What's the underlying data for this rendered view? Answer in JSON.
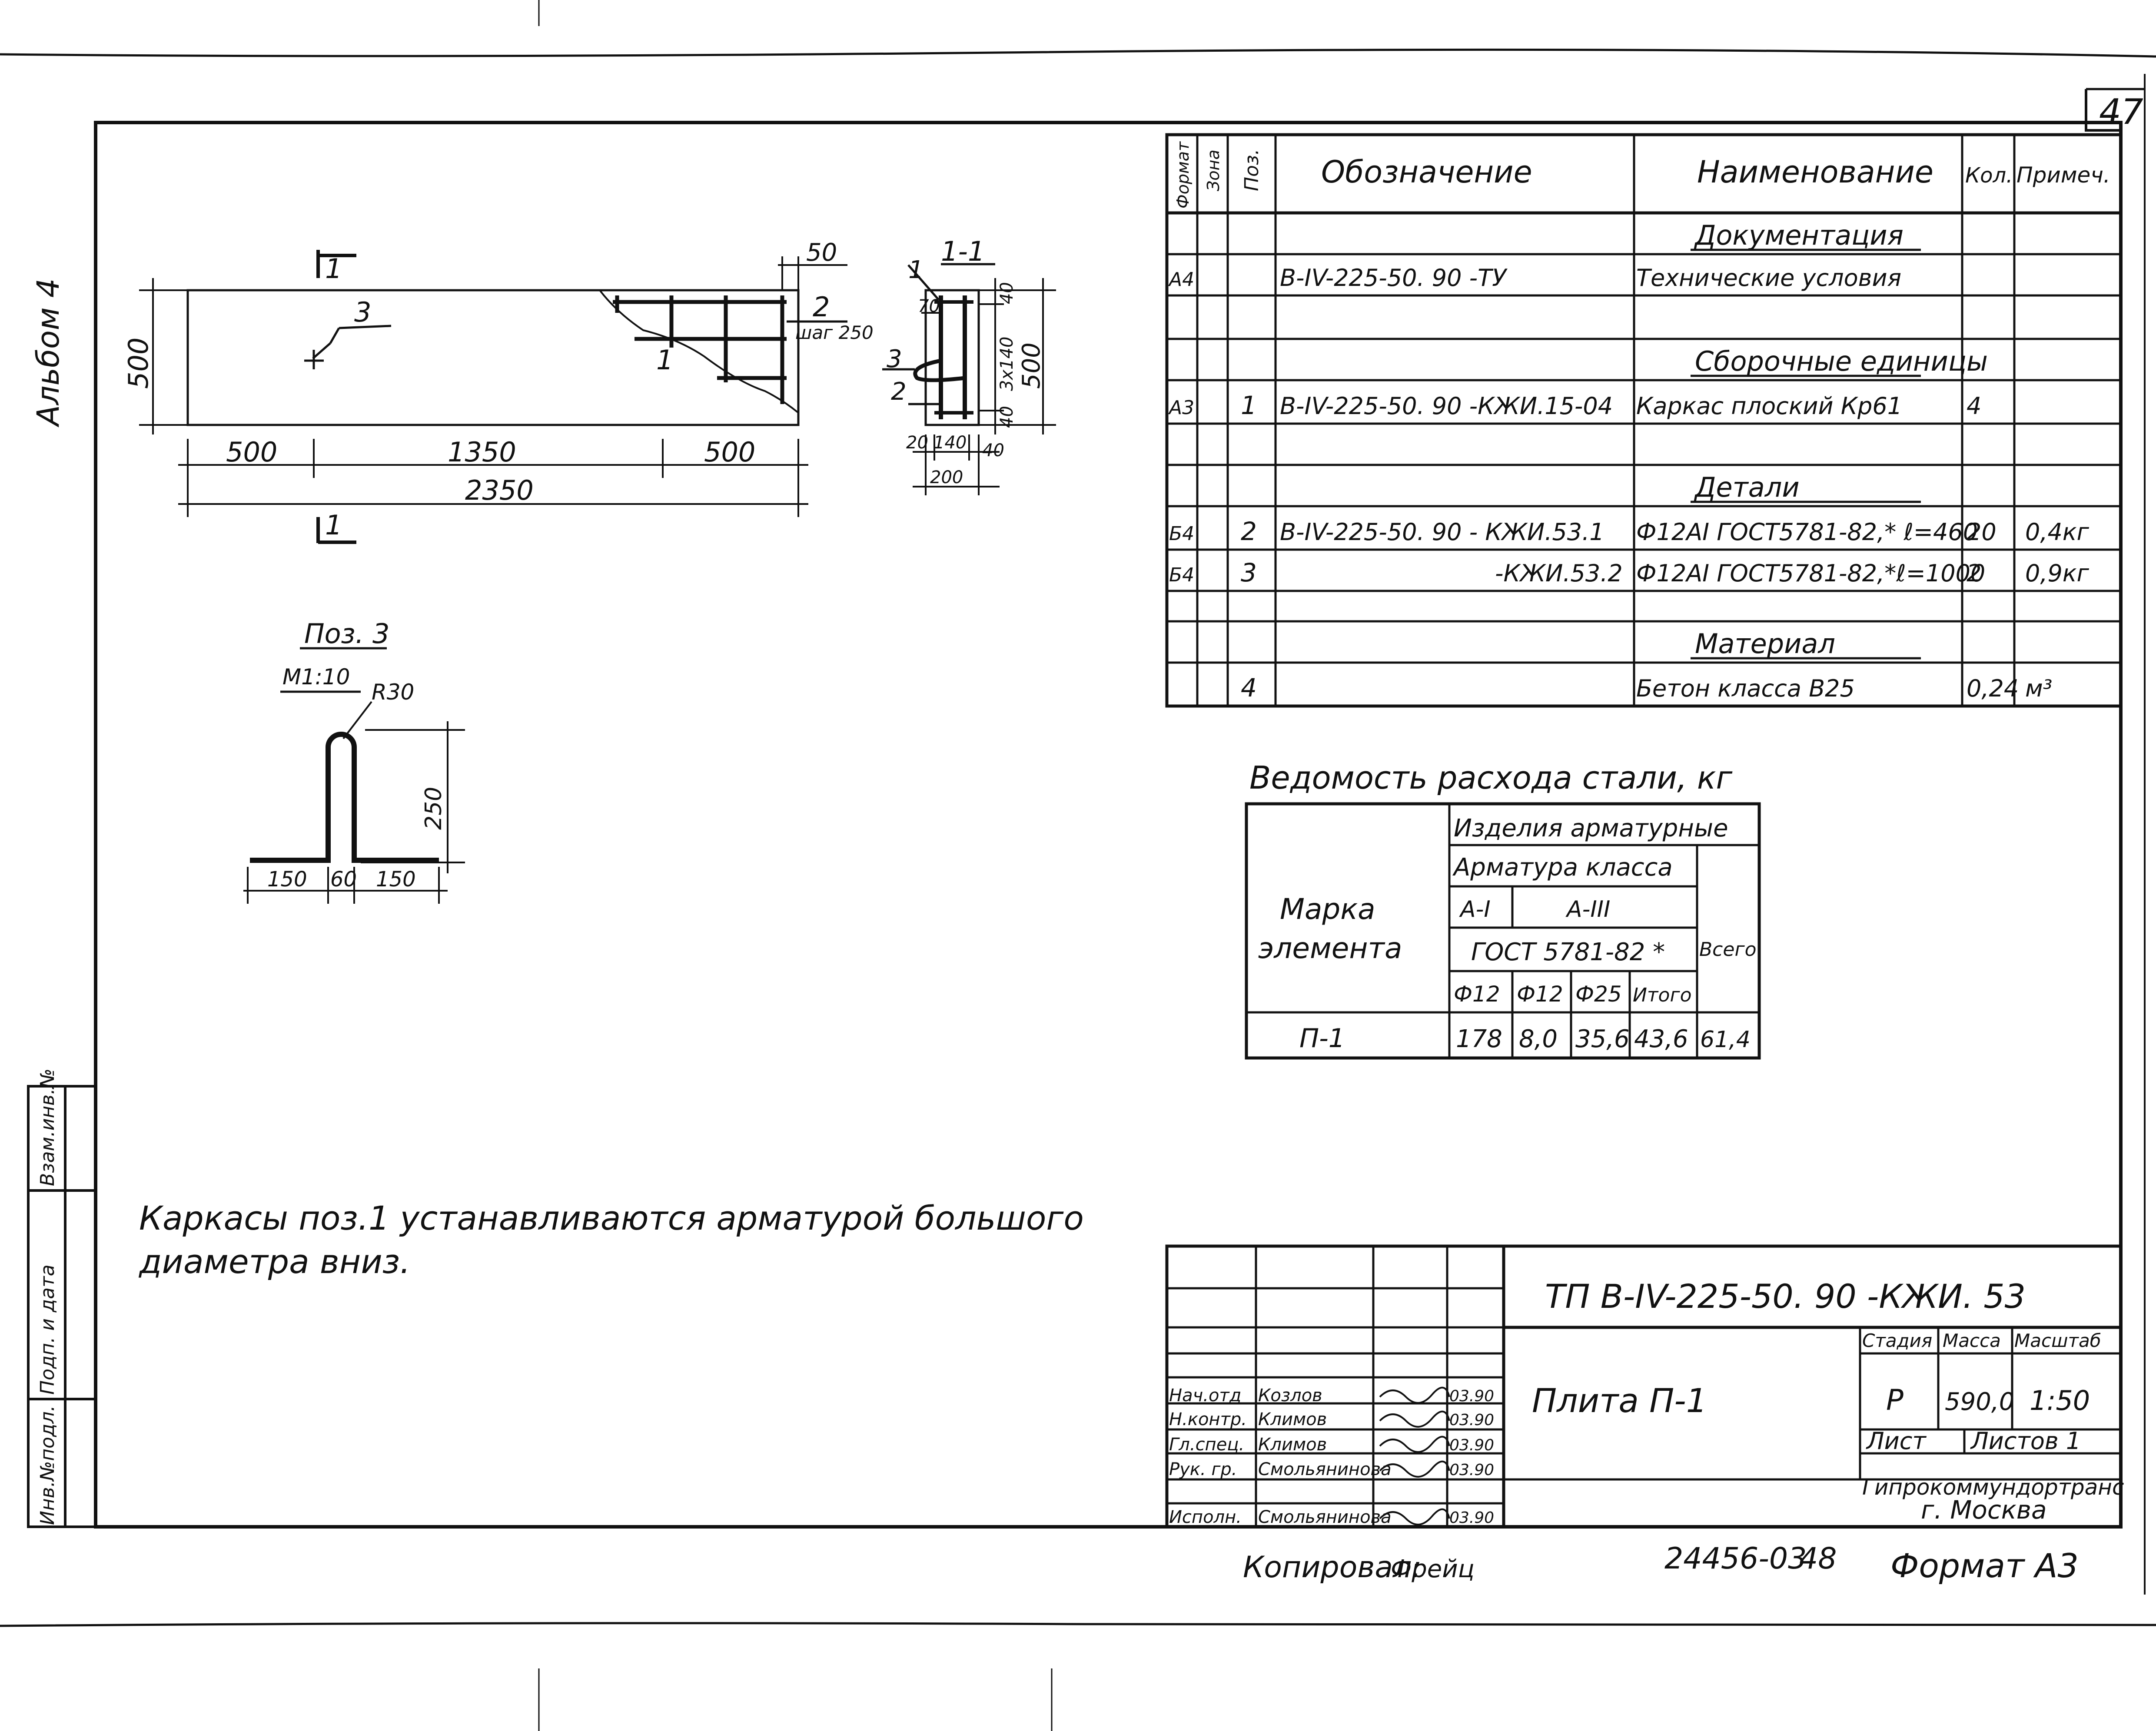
{
  "sheet": {
    "page_number": "47",
    "album": "Альбом 4",
    "copied_label": "Копировал:",
    "copied_signature": "Фрейц",
    "archive_number": "24456-03",
    "archive_sheet": "48",
    "format": "Формат А3"
  },
  "left_stamp": {
    "cols": [
      "Инв.№подл.",
      "Подп. и дата",
      "Взам.инв.№"
    ]
  },
  "drawing": {
    "section_mark": "1",
    "pos3_leader": "3",
    "pos1_leader": "1",
    "pos2_leader": "2",
    "step_label": "шаг 250",
    "dim_500_height": "500",
    "dim_500_left": "500",
    "dim_1350": "1350",
    "dim_500_right": "500",
    "dim_2350": "2350",
    "dim_50": "50",
    "section_title": "1-1",
    "sec_dim_70": "70",
    "sec_dim_40_top": "40",
    "sec_dim_3x140": "3x140",
    "sec_dim_40_bot": "40",
    "sec_dim_500": "500",
    "sec_dim_20": "20",
    "sec_dim_140": "140",
    "sec_dim_40_right": "40",
    "sec_dim_200": "200",
    "sec_pos1": "1",
    "sec_pos2": "2",
    "sec_pos3": "3"
  },
  "pos3": {
    "title": "Поз. 3",
    "scale": "М1:10",
    "radius": "R30",
    "dim_250": "250",
    "dim_150_left": "150",
    "dim_60": "60",
    "dim_150_right": "150"
  },
  "spec": {
    "headers": {
      "format": "Формат",
      "zone": "Зона",
      "pos": "Поз.",
      "designation": "Обозначение",
      "name": "Наименование",
      "qty": "Кол.",
      "note": "Примеч."
    },
    "rows": [
      {
        "fmt": "",
        "pos": "",
        "des": "",
        "name": "Документация",
        "qty": "",
        "note": "",
        "section": true
      },
      {
        "fmt": "А4",
        "pos": "",
        "des": "В-IV-225-50. 90   -ТУ",
        "name": "Технические условия",
        "qty": "",
        "note": ""
      },
      {
        "fmt": "",
        "pos": "",
        "des": "",
        "name": "",
        "qty": "",
        "note": ""
      },
      {
        "fmt": "",
        "pos": "",
        "des": "",
        "name": "Сборочные единицы",
        "qty": "",
        "note": "",
        "section": true
      },
      {
        "fmt": "А3",
        "pos": "1",
        "des": "В-IV-225-50. 90 -КЖИ.15-04",
        "name": "Каркас плоский Кр61",
        "qty": "4",
        "note": ""
      },
      {
        "fmt": "",
        "pos": "",
        "des": "",
        "name": "",
        "qty": "",
        "note": ""
      },
      {
        "fmt": "",
        "pos": "",
        "des": "",
        "name": "Детали",
        "qty": "",
        "note": "",
        "section": true
      },
      {
        "fmt": "Б4",
        "pos": "2",
        "des": "В-IV-225-50. 90  - КЖИ.53.1",
        "name": "Ф12АI ГОСТ5781-82,* ℓ=460",
        "qty": "20",
        "note": "0,4кг"
      },
      {
        "fmt": "Б4",
        "pos": "3",
        "des": "-КЖИ.53.2",
        "name": "Ф12АI ГОСТ5781-82,*ℓ=1000",
        "qty": "2",
        "note": "0,9кг"
      },
      {
        "fmt": "",
        "pos": "",
        "des": "",
        "name": "",
        "qty": "",
        "note": ""
      },
      {
        "fmt": "",
        "pos": "",
        "des": "",
        "name": "Материал",
        "qty": "",
        "note": "",
        "section": true
      },
      {
        "fmt": "",
        "pos": "4",
        "des": "",
        "name": "Бетон класса В25",
        "qty": "0,24",
        "note": "м³"
      }
    ]
  },
  "steel": {
    "title": "Ведомость расхода стали, кг",
    "mark_header_1": "Марка",
    "mark_header_2": "элемента",
    "products": "Изделия арматурные",
    "class_header": "Арматура класса",
    "a1": "А-I",
    "a3": "А-III",
    "gost": "ГОСТ 5781-82 *",
    "total": "Всего",
    "sub_headers": [
      "Ф12",
      "Ф12",
      "Ф25",
      "Итого"
    ],
    "row": {
      "mark": "П-1",
      "values": [
        "178",
        "8,0",
        "35,6",
        "43,6",
        "61,4"
      ]
    }
  },
  "note": {
    "line1": "Каркасы поз.1 устанавливаются арматурой большого",
    "line2": "диаметра вниз."
  },
  "title_block": {
    "code": "ТП   В-IV-225-50. 90   -КЖИ. 53",
    "name": "Плита   П-1",
    "stage_label": "Стадия",
    "mass_label": "Масса",
    "scale_label": "Масштаб",
    "stage": "Р",
    "mass": "590,0",
    "scale": "1:50",
    "sheet_label": "Лист",
    "sheets_label": "Листов 1",
    "org_1": "Гипрокоммундортранс",
    "org_2": "г. Москва",
    "people": [
      {
        "role": "Нач.отд",
        "name": "Козлов",
        "date": "03.90"
      },
      {
        "role": "Н.контр.",
        "name": "Климов",
        "date": "03.90"
      },
      {
        "role": "Гл.спец.",
        "name": "Климов",
        "date": "03.90"
      },
      {
        "role": "Рук. гр.",
        "name": "Смольянинова",
        "date": "03.90"
      },
      {
        "role": "Исполн.",
        "name": "Смольянинова",
        "date": "03.90"
      }
    ]
  }
}
